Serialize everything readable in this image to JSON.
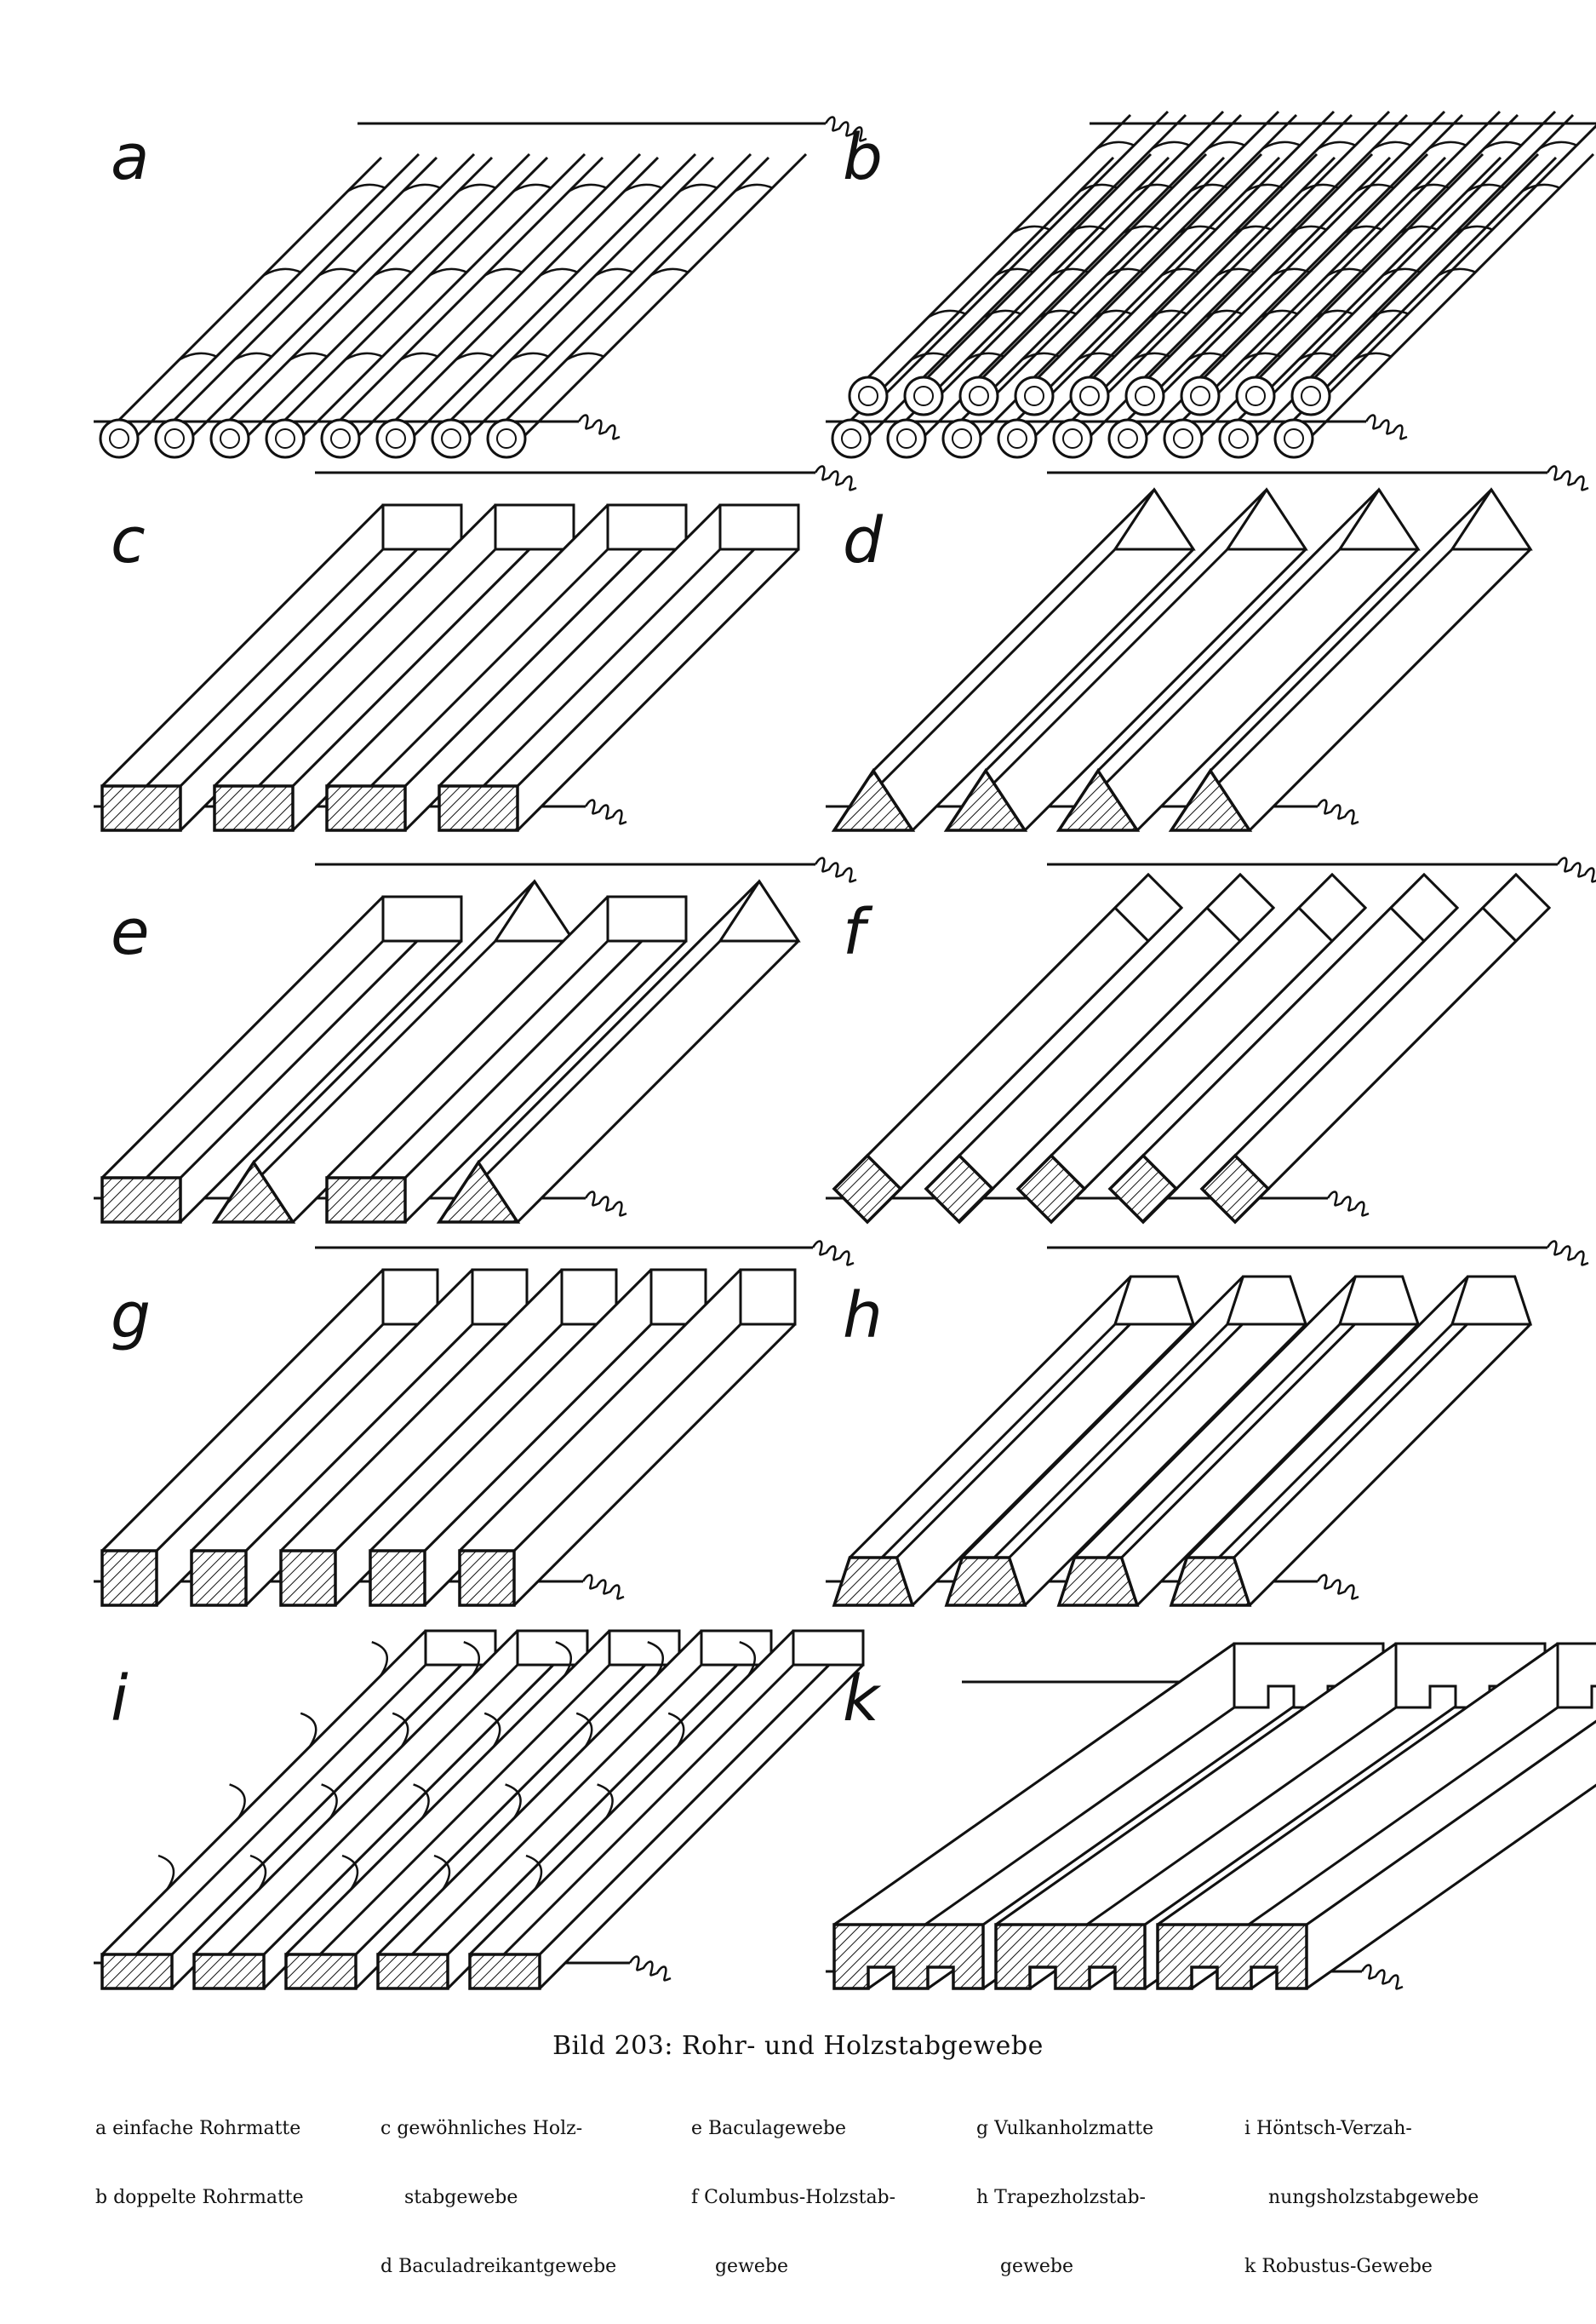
{
  "panels": [
    {
      "letter": "a",
      "type": "tube-single"
    },
    {
      "letter": "b",
      "type": "tube-double"
    },
    {
      "letter": "c",
      "type": "rect"
    },
    {
      "letter": "d",
      "type": "triangle"
    },
    {
      "letter": "e",
      "type": "rect-triangle"
    },
    {
      "letter": "f",
      "type": "diamond"
    },
    {
      "letter": "g",
      "type": "square"
    },
    {
      "letter": "h",
      "type": "trapezoid"
    },
    {
      "letter": "i",
      "type": "rough"
    },
    {
      "letter": "k",
      "type": "robustus"
    }
  ],
  "caption": {
    "title": "Bild 203:  Rohr- und Holzstabgewebe",
    "columns": [
      [
        "a einfache Rohrmatte",
        "b doppelte Rohrmatte"
      ],
      [
        "c gewöhnliches Holz-",
        "    stabgewebe",
        "d Baculadreikantgewebe"
      ],
      [
        "e Baculagewebe",
        "f Columbus-Holzstab-",
        "    gewebe"
      ],
      [
        "g Vulkanholzmatte",
        "h Trapezholzstab-",
        "    gewebe"
      ],
      [
        "i Höntsch-Verzah-",
        "    nungsholzstabgewebe",
        "k Robustus-Gewebe"
      ]
    ]
  },
  "colors": {
    "ink": "#111111",
    "paper": "#ffffff"
  }
}
